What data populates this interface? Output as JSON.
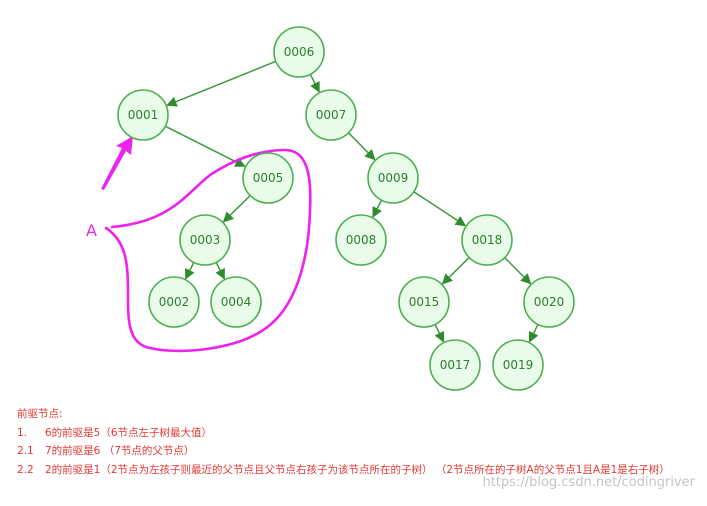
{
  "colors": {
    "node_fill": "#e9fbe9",
    "node_stroke": "#4caf50",
    "edge": "#3c9a3c",
    "annotation": "#ee22ee",
    "note_text": "#e53935"
  },
  "nodes": [
    {
      "id": "0006",
      "label": "0006"
    },
    {
      "id": "0001",
      "label": "0001"
    },
    {
      "id": "0007",
      "label": "0007"
    },
    {
      "id": "0005",
      "label": "0005"
    },
    {
      "id": "0009",
      "label": "0009"
    },
    {
      "id": "0003",
      "label": "0003"
    },
    {
      "id": "0008",
      "label": "0008"
    },
    {
      "id": "0018",
      "label": "0018"
    },
    {
      "id": "0002",
      "label": "0002"
    },
    {
      "id": "0004",
      "label": "0004"
    },
    {
      "id": "0015",
      "label": "0015"
    },
    {
      "id": "0020",
      "label": "0020"
    },
    {
      "id": "0017",
      "label": "0017"
    },
    {
      "id": "0019",
      "label": "0019"
    }
  ],
  "edges": [
    [
      "0006",
      "0001"
    ],
    [
      "0006",
      "0007"
    ],
    [
      "0001",
      "0005"
    ],
    [
      "0007",
      "0009"
    ],
    [
      "0005",
      "0003"
    ],
    [
      "0009",
      "0008"
    ],
    [
      "0009",
      "0018"
    ],
    [
      "0003",
      "0002"
    ],
    [
      "0003",
      "0004"
    ],
    [
      "0018",
      "0015"
    ],
    [
      "0018",
      "0020"
    ],
    [
      "0015",
      "0017"
    ],
    [
      "0020",
      "0019"
    ]
  ],
  "annotation": {
    "label": "A"
  },
  "notes": {
    "heading": "前驱节点:",
    "items": [
      {
        "num": "1.",
        "text": "6的前驱是5（6节点左子树最大值）"
      },
      {
        "num": "2.1",
        "text": "7的前驱是6 （7节点的父节点）"
      },
      {
        "num": "2.2",
        "text": "2的前驱是1（2节点为左孩子则最近的父节点且父节点右孩子为该节点所在的子树） （2节点所在的子树A的父节点1且A是1是右子树）"
      }
    ]
  },
  "watermark": "https://blog.csdn.net/codingriver"
}
